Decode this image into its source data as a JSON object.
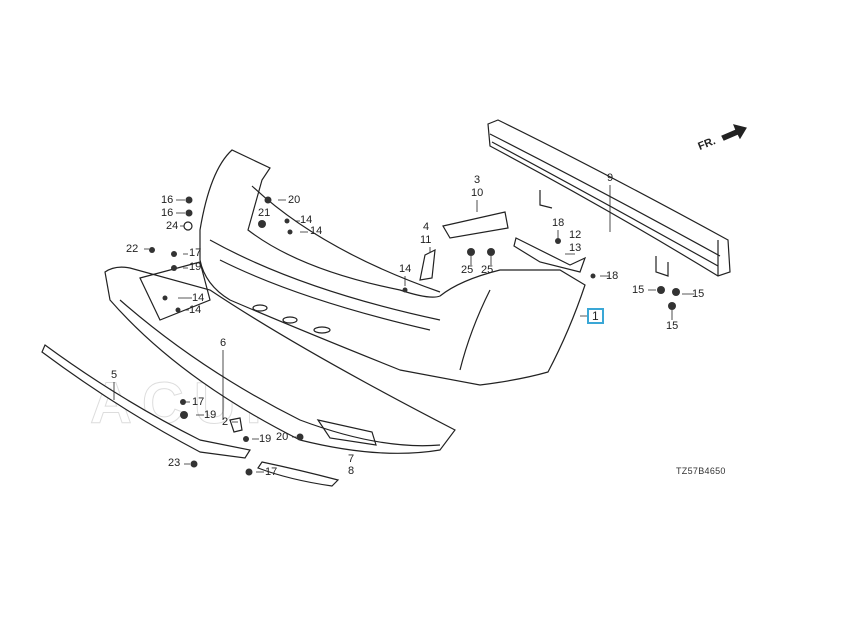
{
  "diagram": {
    "title_code": "TZ57B4650",
    "direction_label": "FR.",
    "watermark": "ACURA",
    "highlighted_part": "1",
    "callouts": [
      "16",
      "16",
      "24",
      "20",
      "21",
      "14",
      "14",
      "22",
      "17",
      "19",
      "14",
      "14",
      "6",
      "5",
      "17",
      "19",
      "2",
      "19",
      "20",
      "23",
      "17",
      "7",
      "8",
      "4",
      "11",
      "14",
      "3",
      "10",
      "25",
      "25",
      "18",
      "12",
      "13",
      "18",
      "9",
      "15",
      "15",
      "15",
      "1"
    ]
  }
}
